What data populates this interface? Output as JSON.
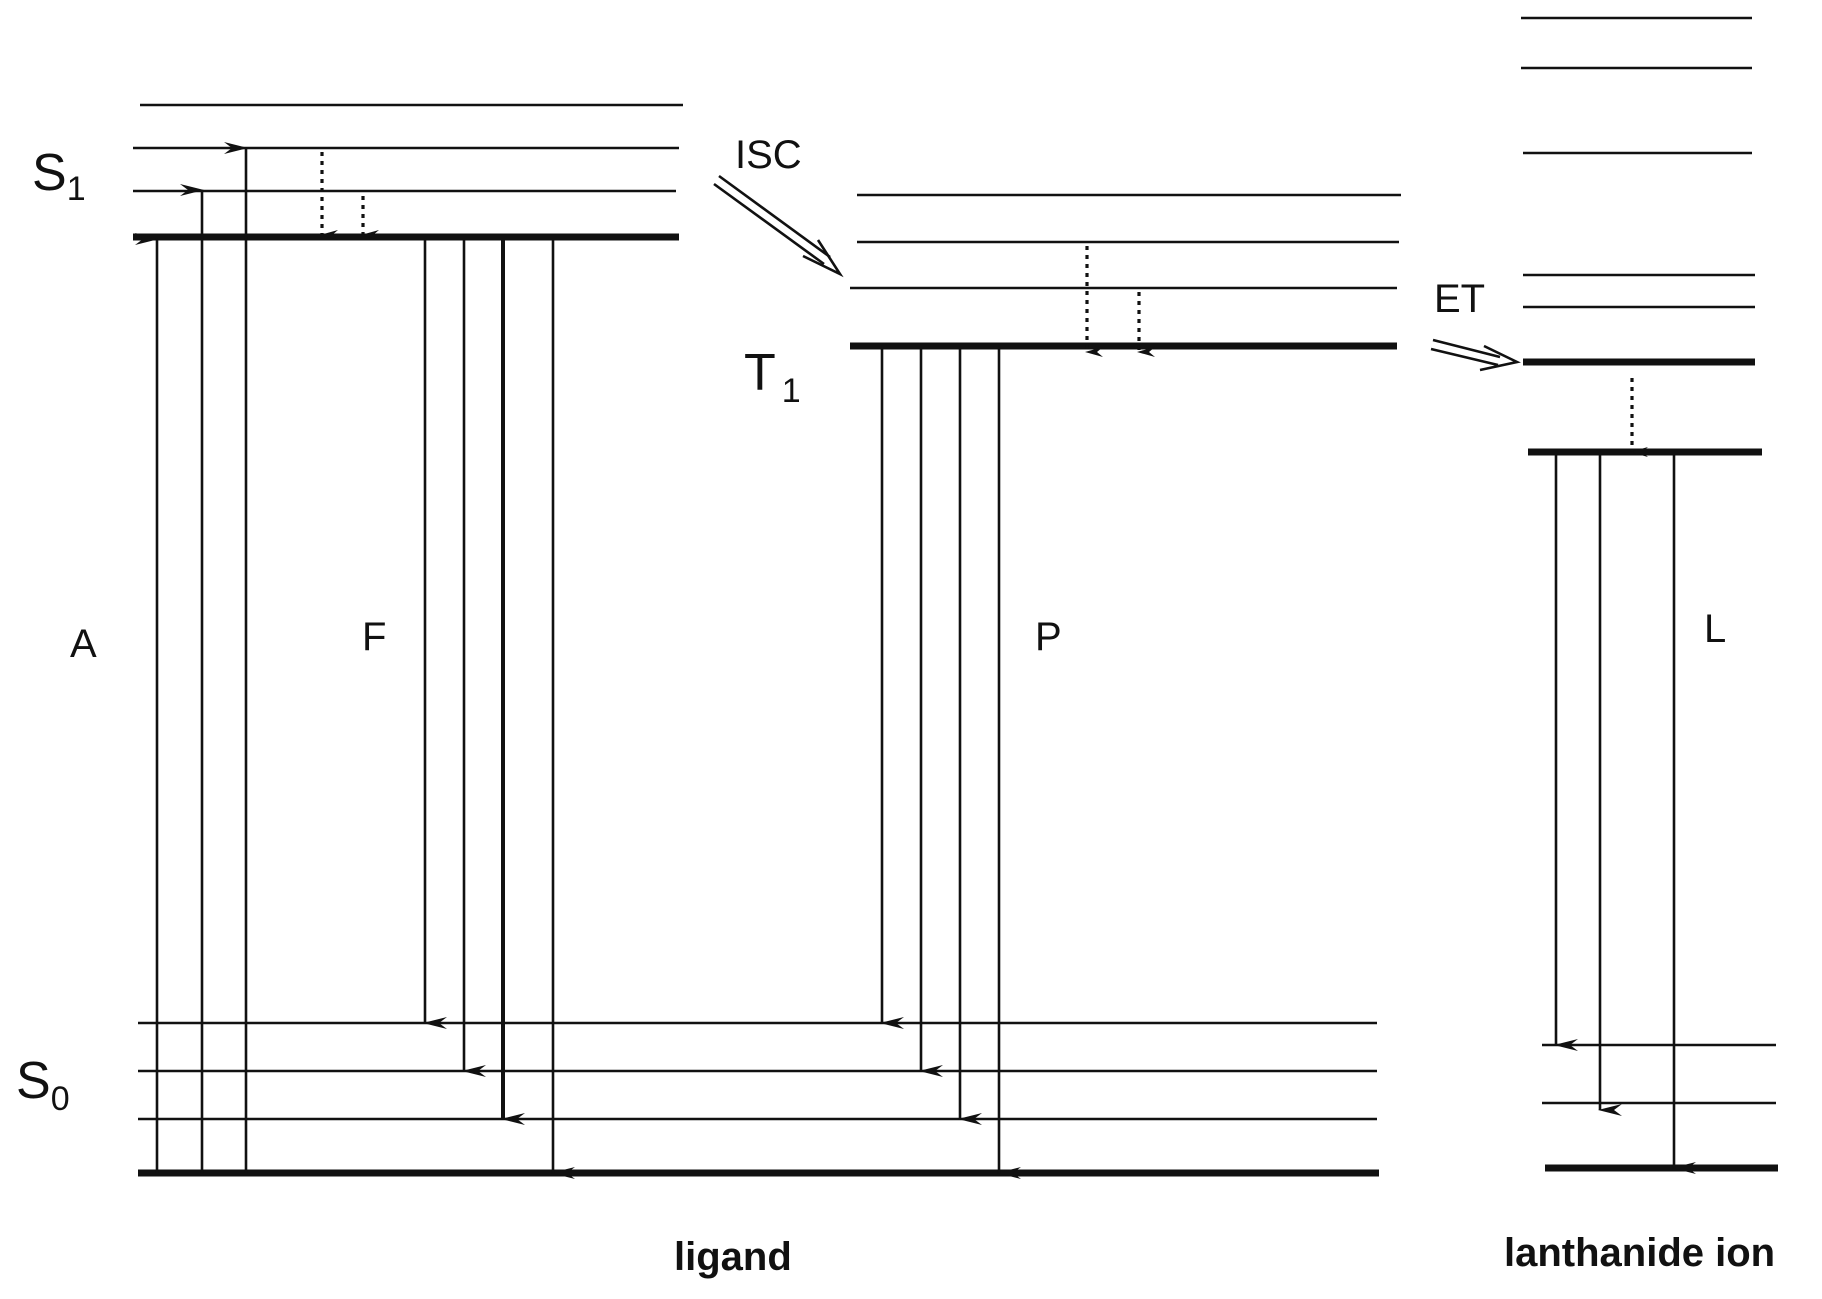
{
  "ligand": {
    "s1_label": {
      "main": "S",
      "sub": "1"
    },
    "s0_label": {
      "main": "S",
      "sub": "0"
    },
    "t1_label": {
      "main": "T",
      "sub": "1"
    },
    "absorption_label": "A",
    "fluorescence_label": "F",
    "phosphorescence_label": "P",
    "isc_label": "ISC",
    "caption": "ligand"
  },
  "lanthanide": {
    "et_label": "ET",
    "luminescence_label": "L",
    "caption": "lanthanide ion"
  },
  "colors": {
    "line": "#111111",
    "background": "#ffffff"
  }
}
